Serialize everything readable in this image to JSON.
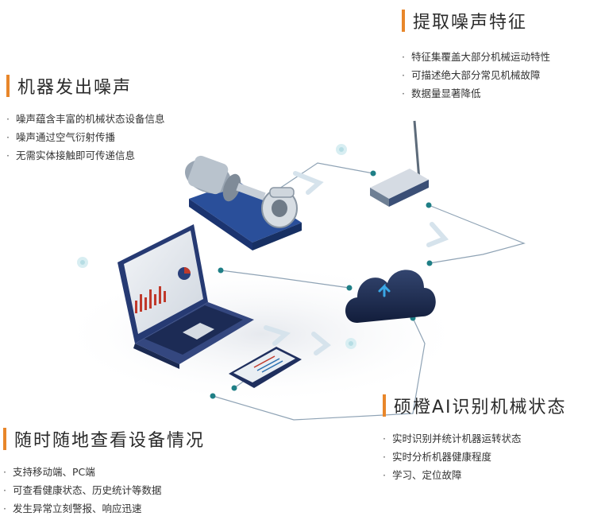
{
  "sections": {
    "noise": {
      "title": "机器发出噪声",
      "bullets": [
        "噪声蕴含丰富的机械状态设备信息",
        "噪声通过空气衍射传播",
        "无需实体接触即可传递信息"
      ]
    },
    "extract": {
      "title": "提取噪声特征",
      "bullets": [
        "特征集覆盖大部分机械运动特性",
        "可描述绝大部分常见机械故障",
        "数据量显著降低"
      ]
    },
    "ai": {
      "title": "硕橙AI识别机械状态",
      "bullets": [
        "实时识别并统计机器运转状态",
        "实时分析机器健康程度",
        "学习、定位故障"
      ]
    },
    "anytime": {
      "title": "随时随地查看设备情况",
      "bullets": [
        "支持移动端、PC端",
        "可查看健康状态、历史统计等数据",
        "发生异常立刻警报、响应迅速"
      ]
    }
  },
  "bullet_symbol": "·",
  "colors": {
    "accent": "#e8862a",
    "line": "#8fa3b5",
    "node": "#1f7f86",
    "device_blue": "#2a3f7a",
    "cloud": "#1c2b52"
  }
}
